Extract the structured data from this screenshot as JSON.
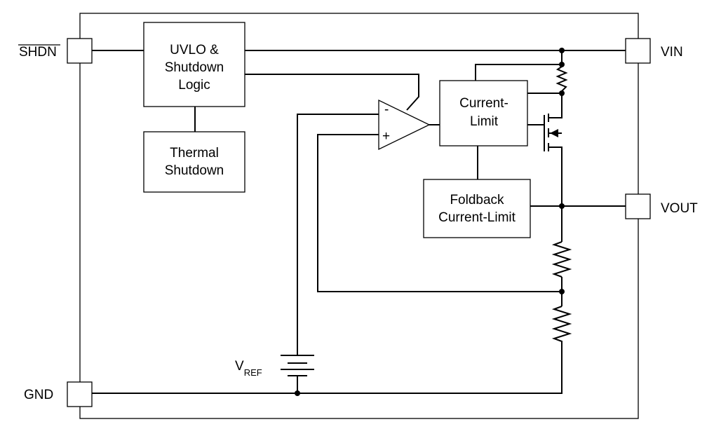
{
  "pins": {
    "shdn": "SHDN",
    "vin": "VIN",
    "vout": "VOUT",
    "gnd": "GND"
  },
  "blocks": {
    "uvlo": [
      "UVLO &",
      "Shutdown",
      "Logic"
    ],
    "thermal": [
      "Thermal",
      "Shutdown"
    ],
    "current_limit": [
      "Current-",
      "Limit"
    ],
    "foldback": [
      "Foldback",
      "Current-Limit"
    ]
  },
  "opamp": {
    "inverting_sign": "-",
    "noninverting_sign": "+"
  },
  "vref": {
    "main": "V",
    "subscript": "REF"
  }
}
